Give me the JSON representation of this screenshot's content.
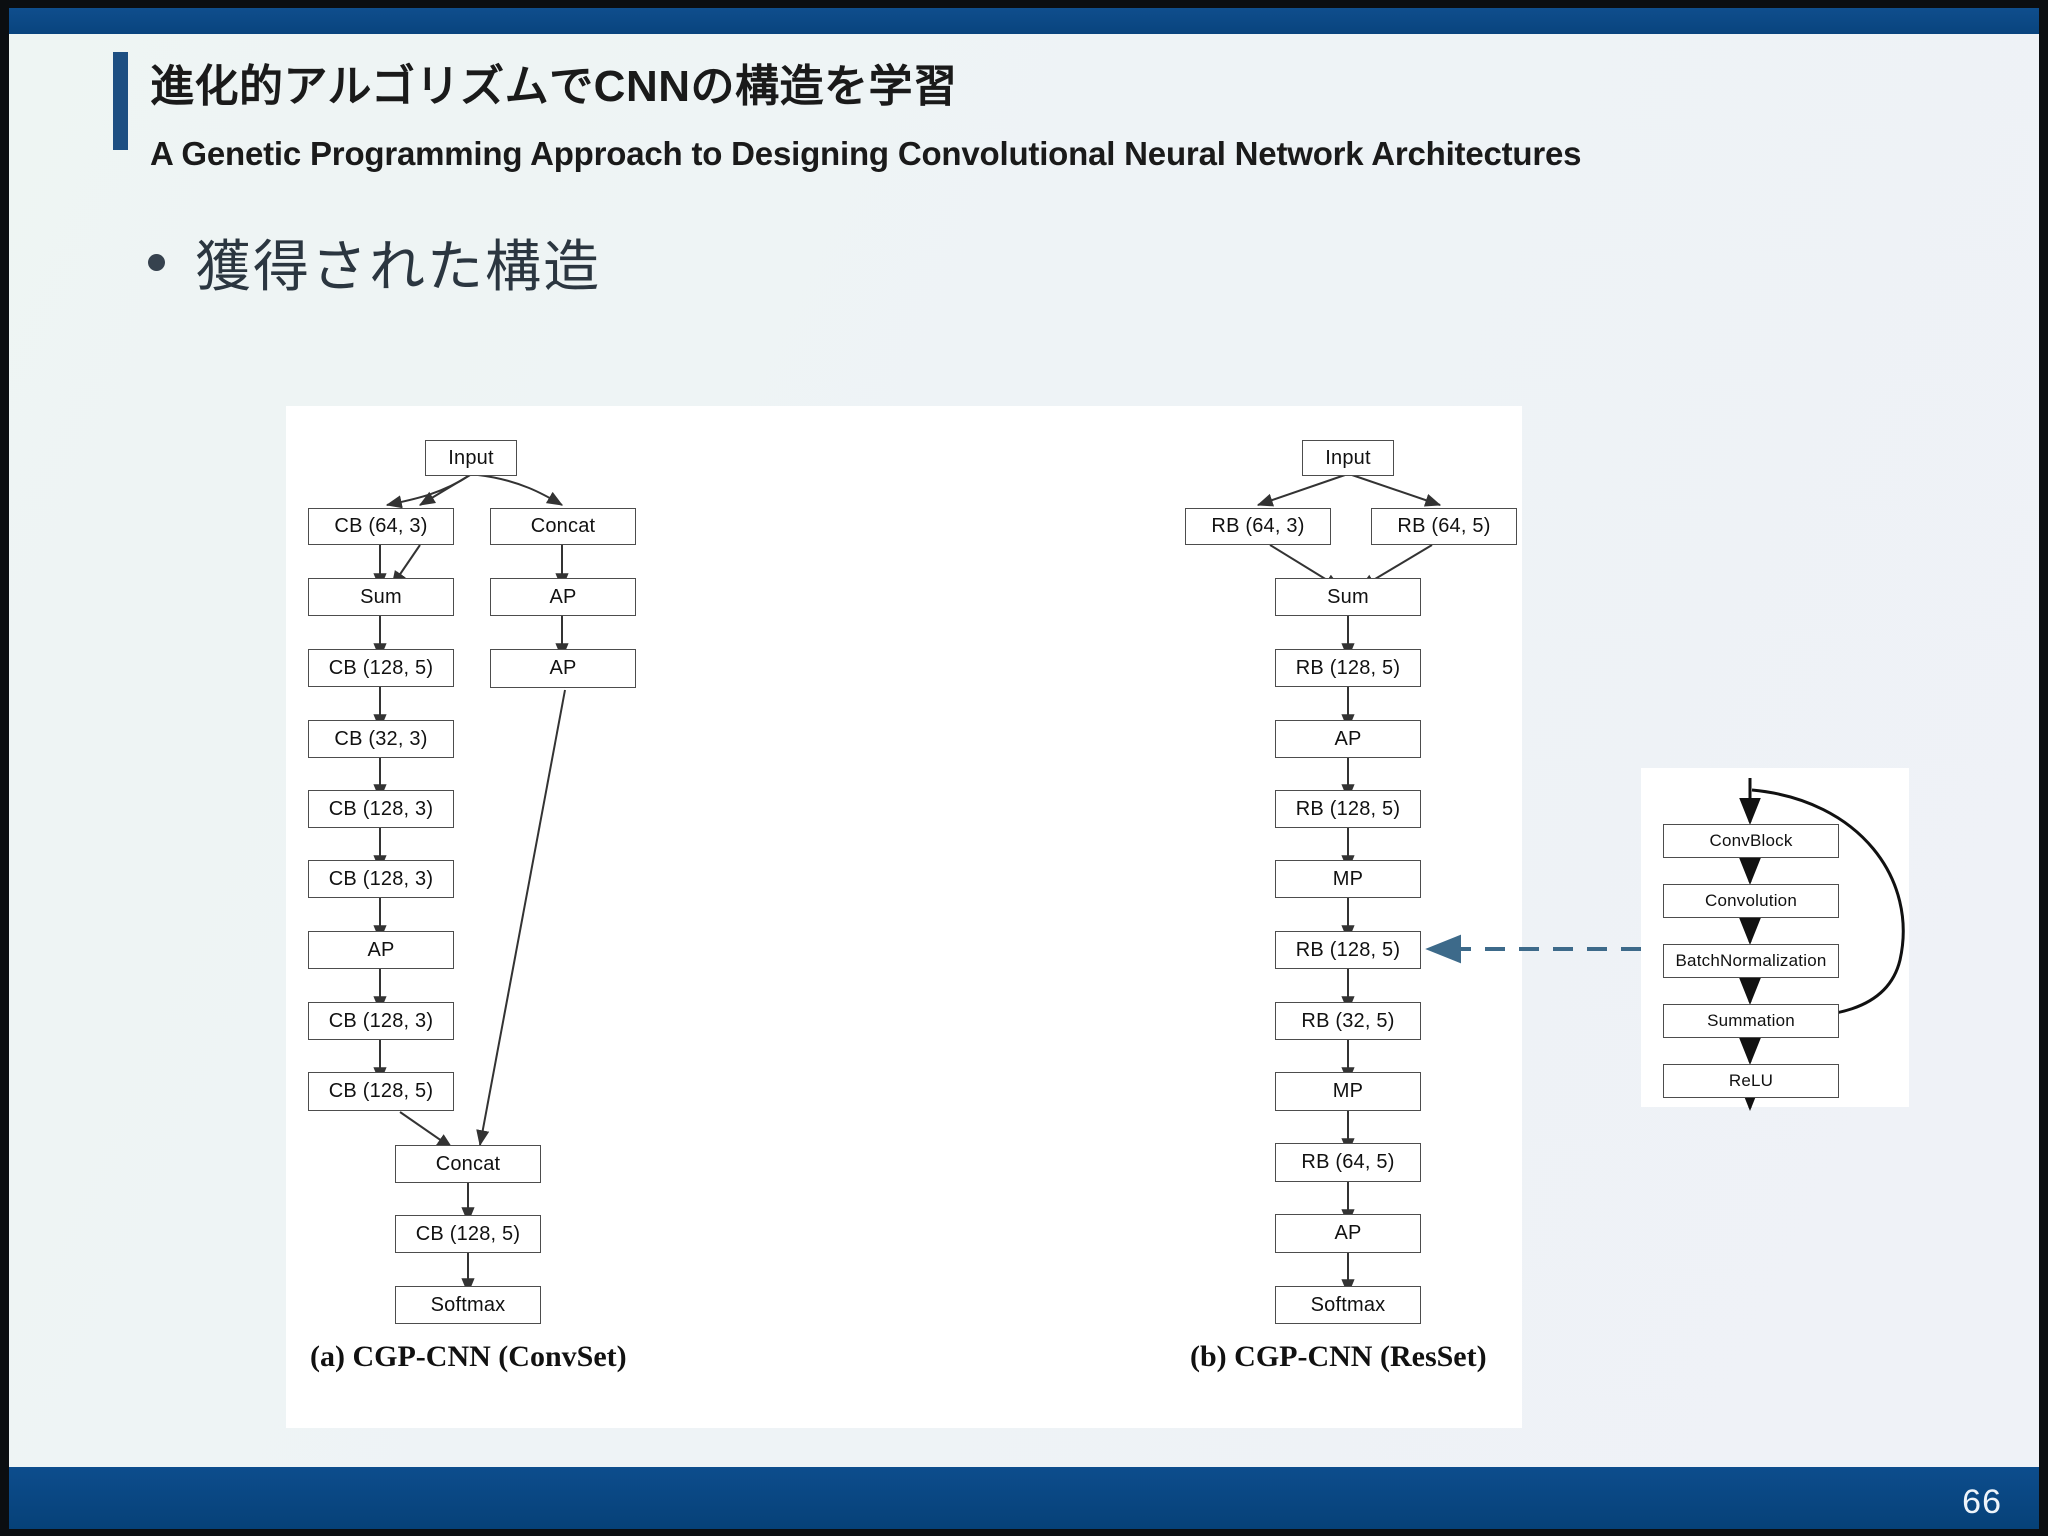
{
  "slide": {
    "page_number": "66",
    "accent_color": "#0e4d8b",
    "title_ja": "進化的アルゴリズムでCNNの構造を学習",
    "title_en": "A Genetic Programming Approach to Designing Convolutional Neural Network Architectures",
    "bullet": "獲得された構造"
  },
  "figure": {
    "caption_a": "(a) CGP-CNN (ConvSet)",
    "caption_b": "(b) CGP-CNN (ResSet)",
    "convset": {
      "input": "Input",
      "left_chain": [
        "CB (64, 3)",
        "Sum",
        "CB (128, 5)",
        "CB (32, 3)",
        "CB (128, 3)",
        "CB (128, 3)",
        "AP",
        "CB (128, 3)",
        "CB (128, 5)"
      ],
      "right_chain": [
        "Concat",
        "AP",
        "AP"
      ],
      "tail_chain": [
        "Concat",
        "CB (128, 5)",
        "Softmax"
      ]
    },
    "resset": {
      "input": "Input",
      "branch_left": "RB (64, 3)",
      "branch_right": "RB (64, 5)",
      "chain": [
        "Sum",
        "RB (128, 5)",
        "AP",
        "RB (128, 5)",
        "MP",
        "RB (128, 5)",
        "RB (32, 5)",
        "MP",
        "RB (64, 5)",
        "AP",
        "Softmax"
      ],
      "highlighted_node": "RB (128, 5)"
    },
    "residual_block": {
      "nodes": [
        "ConvBlock",
        "Convolution",
        "BatchNormalization",
        "Summation",
        "ReLU"
      ]
    },
    "callout_line_color": "#3d6a8a"
  }
}
